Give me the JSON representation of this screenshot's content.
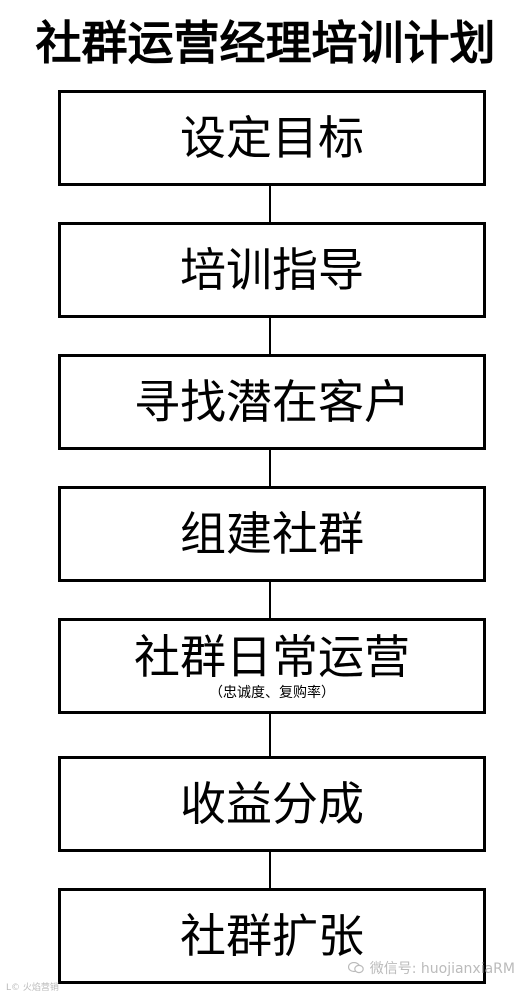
{
  "title": "社群运营经理培训计划",
  "steps": [
    {
      "label": "设定目标"
    },
    {
      "label": "培训指导"
    },
    {
      "label": "寻找潜在客户"
    },
    {
      "label": "组建社群"
    },
    {
      "label": "社群日常运营",
      "note": "（忠诚度、复购率）"
    },
    {
      "label": "收益分成"
    },
    {
      "label": "社群扩张"
    }
  ],
  "watermarks": {
    "left": "L© 火焰营销",
    "right": "微信号: huojianxiaRM",
    "right_icon": "wechat-icon"
  }
}
